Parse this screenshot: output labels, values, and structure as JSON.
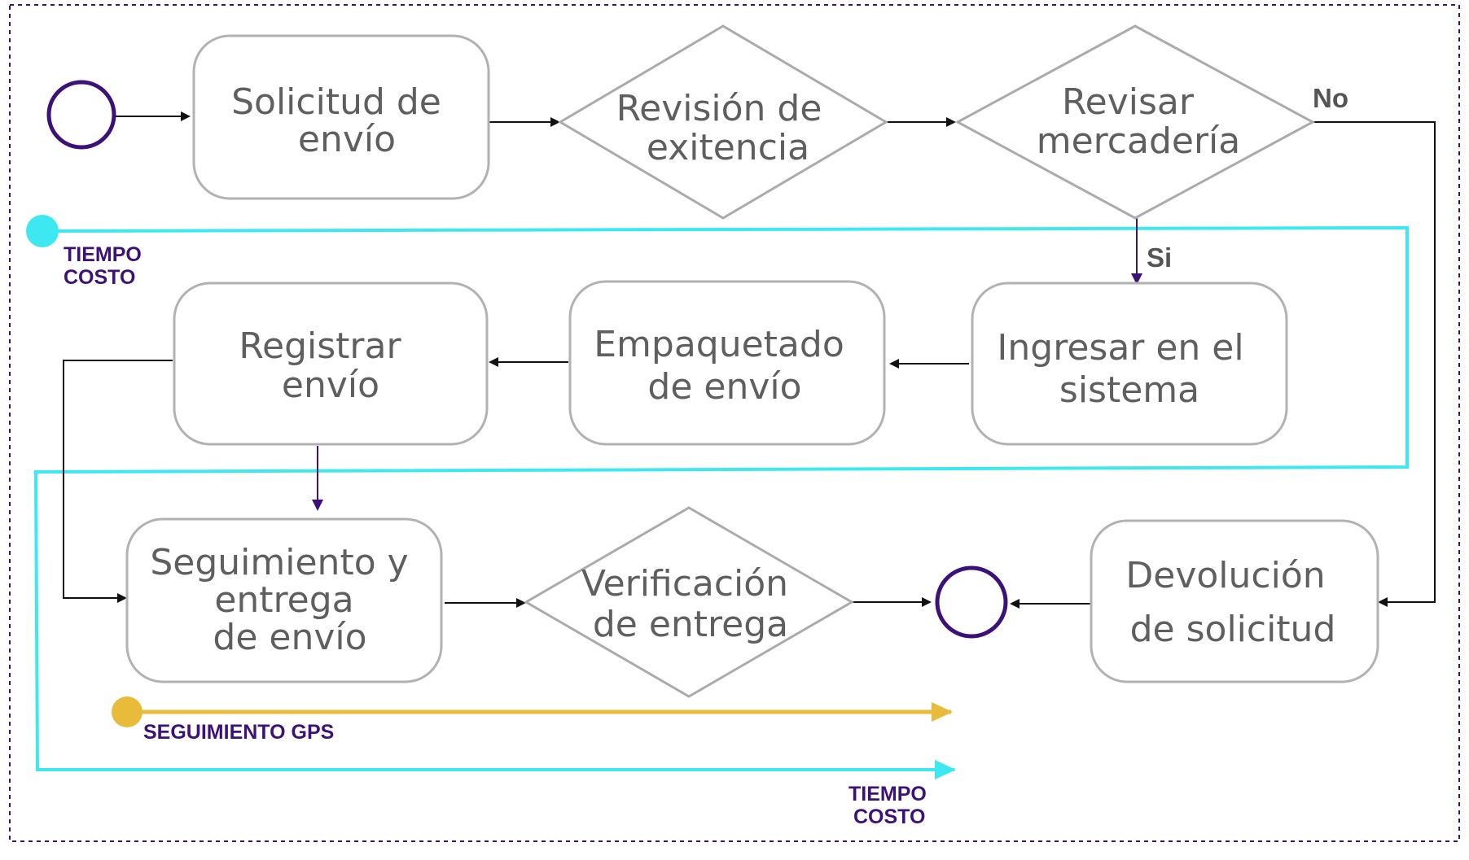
{
  "colors": {
    "border": "#3d1278",
    "node_stroke": "#b2b2b2",
    "node_text": "#5f5f5f",
    "start_end_circle": "#3d1278",
    "tiempo_costo_line": "#3ee8f0",
    "gps_line": "#e8bb3a",
    "label_purple": "#3d1278"
  },
  "nodes": {
    "solicitud": {
      "lines": [
        "Solicitud de",
        "envío"
      ]
    },
    "revision": {
      "lines": [
        "Revisión de",
        "exitencia"
      ]
    },
    "revisar": {
      "lines": [
        "Revisar",
        "mercadería"
      ]
    },
    "ingresar": {
      "lines": [
        "Ingresar en el",
        "sistema"
      ]
    },
    "empaquetado": {
      "lines": [
        "Empaquetado",
        "de envío"
      ]
    },
    "registrar": {
      "lines": [
        "Registrar",
        "envío"
      ]
    },
    "seguimiento": {
      "lines": [
        "Seguimiento y",
        "entrega",
        "de envío"
      ]
    },
    "verificacion": {
      "lines": [
        "Verificación",
        "de entrega"
      ]
    },
    "devolucion": {
      "lines": [
        "Devolución",
        "de solicitud"
      ]
    }
  },
  "edge_labels": {
    "no": "No",
    "si": "Si"
  },
  "annotations": {
    "tiempo_costo_top": [
      "TIEMPO",
      "COSTO"
    ],
    "tiempo_costo_bottom": [
      "TIEMPO",
      "COSTO"
    ],
    "seguimiento_gps": "SEGUIMIENTO GPS"
  }
}
